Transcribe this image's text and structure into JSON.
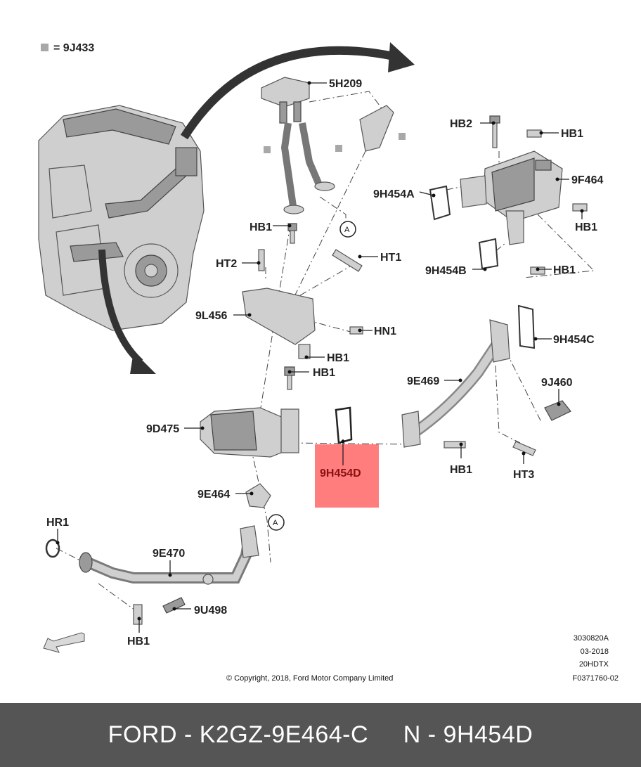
{
  "legend": {
    "symbol_text": "= 9J433",
    "swatch_color": "#a8a8a8"
  },
  "highlight": {
    "color": "#ff6f6f",
    "label": "9H454D"
  },
  "callouts": {
    "c_5H209": "5H209",
    "c_HB2": "HB2",
    "c_HB1_a": "HB1",
    "c_9F464": "9F464",
    "c_9H454A": "9H454A",
    "c_HB1_b": "HB1",
    "c_HB1_c": "HB1",
    "c_HT1": "HT1",
    "c_HT2": "HT2",
    "c_9H454B": "9H454B",
    "c_HB1_d": "HB1",
    "c_9L456": "9L456",
    "c_HN1": "HN1",
    "c_9H454C": "9H454C",
    "c_HB1_e": "HB1",
    "c_HB1_f": "HB1",
    "c_9E469": "9E469",
    "c_9J460": "9J460",
    "c_9D475": "9D475",
    "c_HB1_g": "HB1",
    "c_HT3": "HT3",
    "c_9E464": "9E464",
    "c_HR1": "HR1",
    "c_9E470": "9E470",
    "c_9U498": "9U498",
    "c_HB1_h": "HB1",
    "c_A1": "A",
    "c_A2": "A"
  },
  "doc_info": {
    "code": "3030820A",
    "date": "03-2018",
    "engine": "20HDTX",
    "ref": "F0371760-02",
    "copyright": "© Copyright, 2018, Ford Motor Company Limited"
  },
  "footer": {
    "brand": "FORD",
    "part_number": "K2GZ-9E464-C",
    "n_label": "N",
    "n_code": "9H454D"
  }
}
